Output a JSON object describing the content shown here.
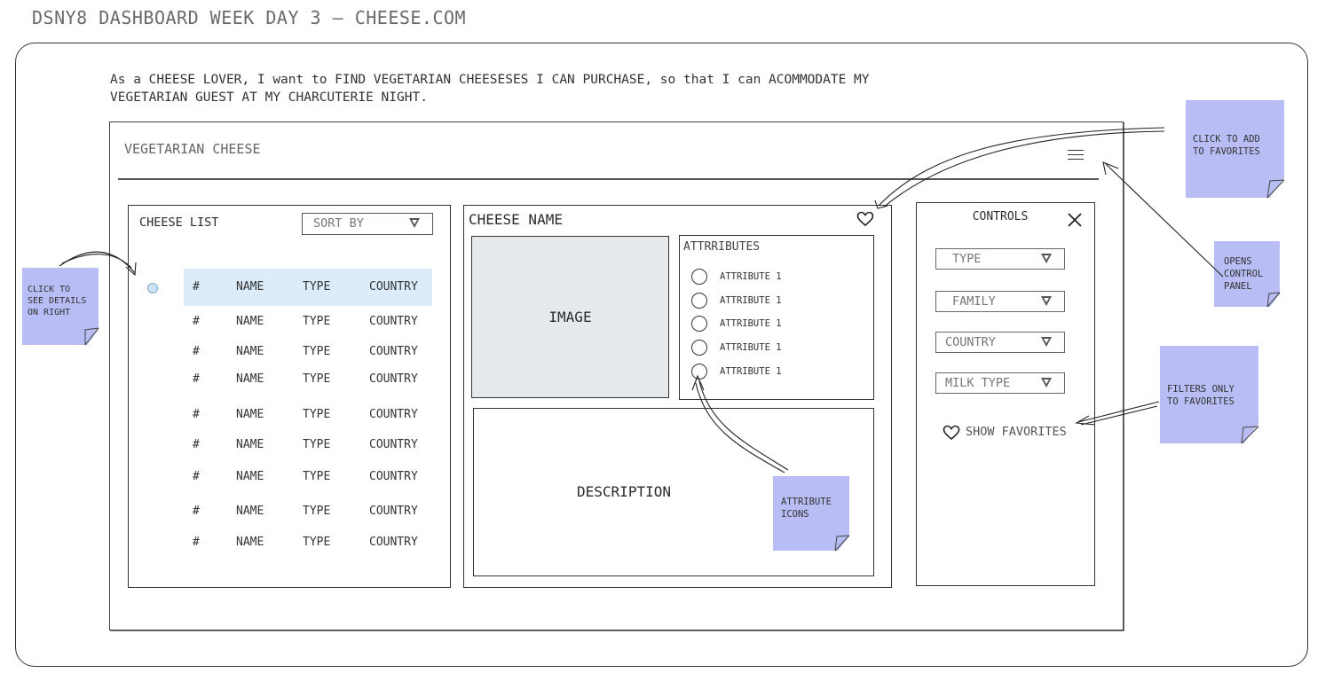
{
  "page_title": "DSNY8 DASHBOARD WEEK DAY 3 – CHEESE.COM",
  "user_story": "As a CHEESE LOVER, I want to FIND VEGETARIAN CHEESESES I CAN PURCHASE, so that I can ACOMMODATE MY\nVEGETARIAN GUEST AT MY CHARCUTERIE NIGHT.",
  "app": {
    "title": "VEGETARIAN CHEESE",
    "menu_icon": "hamburger-menu-icon"
  },
  "cheese_list": {
    "title": "CHEESE LIST",
    "sort_label": "SORT BY",
    "rows": [
      {
        "num": "#",
        "name": "NAME",
        "type": "TYPE",
        "country": "COUNTRY",
        "selected": true
      },
      {
        "num": "#",
        "name": "NAME",
        "type": "TYPE",
        "country": "COUNTRY"
      },
      {
        "num": "#",
        "name": "NAME",
        "type": "TYPE",
        "country": "COUNTRY"
      },
      {
        "num": "#",
        "name": "NAME",
        "type": "TYPE",
        "country": "COUNTRY"
      },
      {
        "num": "#",
        "name": "NAME",
        "type": "TYPE",
        "country": "COUNTRY"
      },
      {
        "num": "#",
        "name": "NAME",
        "type": "TYPE",
        "country": "COUNTRY"
      },
      {
        "num": "#",
        "name": "NAME",
        "type": "TYPE",
        "country": "COUNTRY"
      },
      {
        "num": "#",
        "name": "NAME",
        "type": "TYPE",
        "country": "COUNTRY"
      },
      {
        "num": "#",
        "name": "NAME",
        "type": "TYPE",
        "country": "COUNTRY"
      }
    ]
  },
  "detail": {
    "name": "CHEESE NAME",
    "image_label": "IMAGE",
    "attributes_title": "ATTRRIBUTES",
    "attributes": [
      "ATTRIBUTE 1",
      "ATTRIBUTE 1",
      "ATTRIBUTE 1",
      "ATTRIBUTE 1",
      "ATTRIBUTE 1"
    ],
    "description_label": "DESCRIPTION"
  },
  "controls": {
    "title": "CONTROLS",
    "filters": [
      "TYPE",
      "FAMILY",
      "COUNTRY",
      "MILK TYPE"
    ],
    "show_favorites": "SHOW FAVORITES"
  },
  "notes": {
    "details": "CLICK TO\nSEE DETAILS\nON RIGHT",
    "favorites": "CLICK TO ADD\nTO FAVORITES",
    "control_panel": "OPENS\nCONTROL\nPANEL",
    "filters": "FILTERS ONLY\nTO FAVORITES",
    "attribute_icons": "ATTRIBUTE\nICONS"
  },
  "colors": {
    "sticky_note": "#b8bdf5",
    "selected_row": "#dcecf9",
    "image_placeholder": "#e6e9ec"
  }
}
